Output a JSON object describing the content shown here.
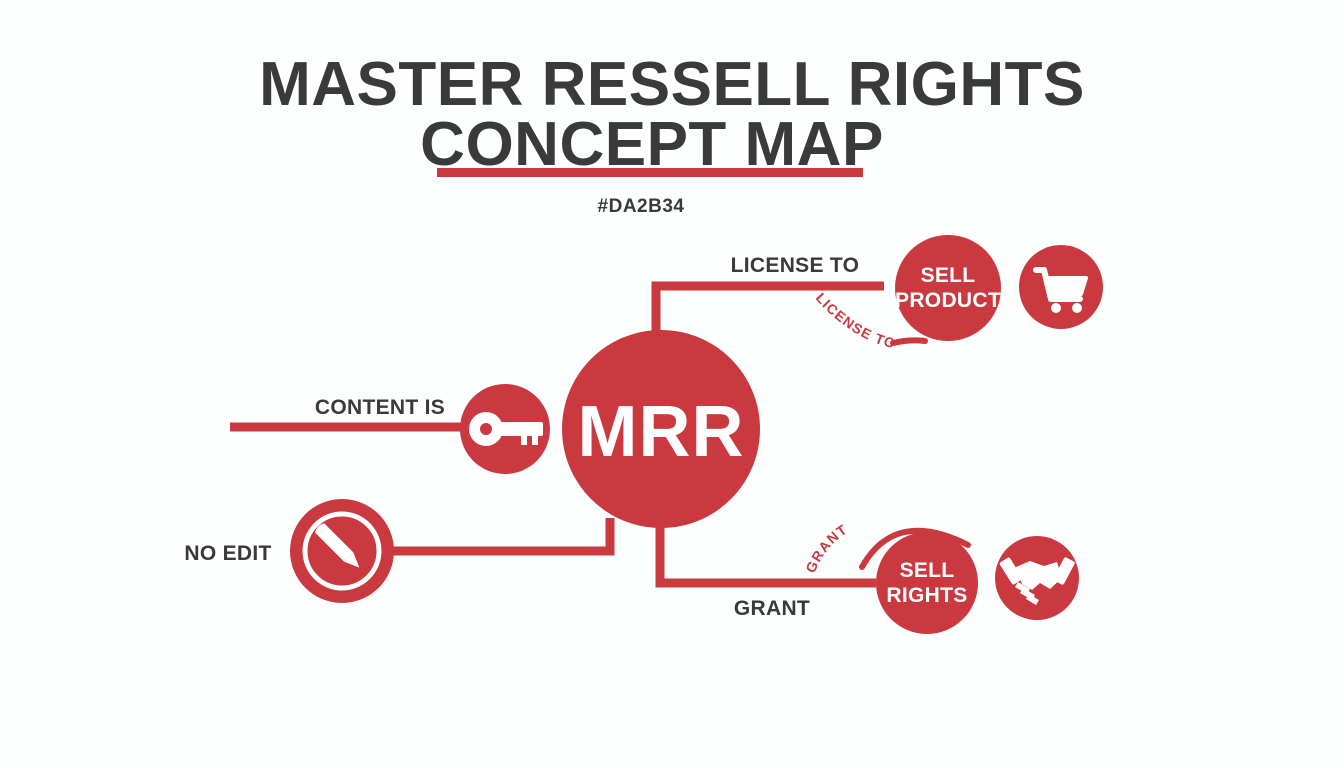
{
  "header": {
    "title_line1": "MASTER RESSELL RIGHTS",
    "title_line2": "CONCEPT MAP",
    "subtitle": "#DA2B34"
  },
  "colors": {
    "brand_red": "#c9393f",
    "dark_text": "#3a3a3a",
    "background": "#fdfefe",
    "white": "#ffffff"
  },
  "hub": {
    "label": "MRR"
  },
  "nodes": [
    {
      "id": "sell-product",
      "label_line1": "SELL",
      "label_line2": "PRODUCT",
      "icon": "shopping-cart-icon"
    },
    {
      "id": "sell-rights",
      "label_line1": "SELL",
      "label_line2": "RIGHTS",
      "icon": "handshake-icon"
    },
    {
      "id": "content-is",
      "label": "CONTENT IS",
      "icon": "key-icon"
    },
    {
      "id": "no-edit",
      "label": "NO EDIT",
      "icon": "pencil-icon"
    }
  ],
  "edges": [
    {
      "id": "license-to-straight",
      "label": "LICENSE TO"
    },
    {
      "id": "license-to-curved",
      "label": "LICENSE TO"
    },
    {
      "id": "grant-straight",
      "label": "GRANT"
    },
    {
      "id": "grant-curved",
      "label": "GRANT"
    },
    {
      "id": "content-is-edge",
      "label": "CONTENT IS"
    },
    {
      "id": "no-edit-edge",
      "label": "NO EDIT"
    }
  ]
}
